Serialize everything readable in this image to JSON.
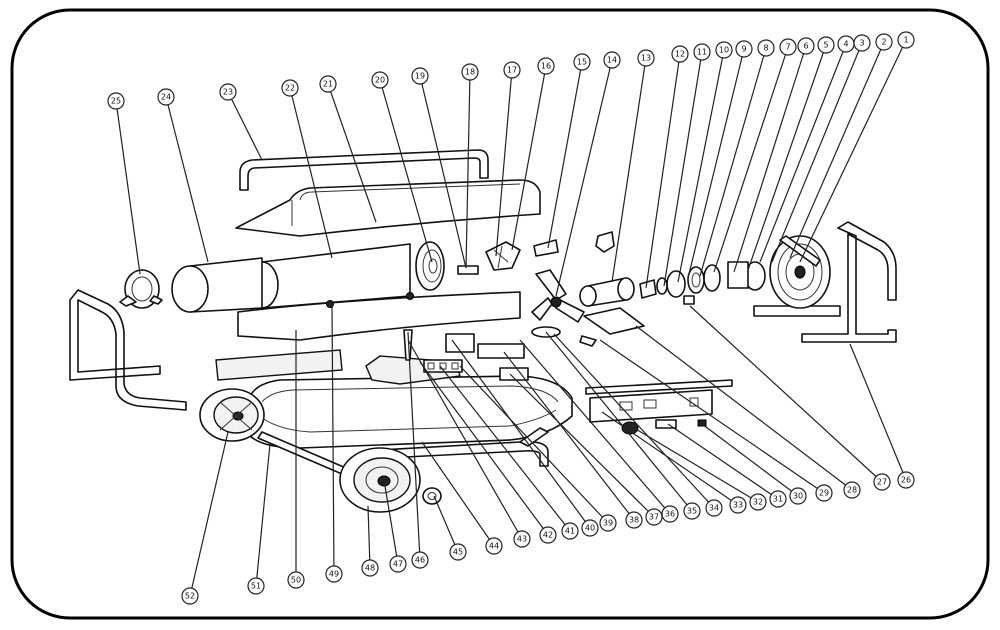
{
  "diagram": {
    "labels": [
      {
        "n": "1"
      },
      {
        "n": "2"
      },
      {
        "n": "3"
      },
      {
        "n": "4"
      },
      {
        "n": "5"
      },
      {
        "n": "6"
      },
      {
        "n": "7"
      },
      {
        "n": "8"
      },
      {
        "n": "9"
      },
      {
        "n": "10"
      },
      {
        "n": "11"
      },
      {
        "n": "12"
      },
      {
        "n": "13"
      },
      {
        "n": "14"
      },
      {
        "n": "15"
      },
      {
        "n": "16"
      },
      {
        "n": "17"
      },
      {
        "n": "18"
      },
      {
        "n": "19"
      },
      {
        "n": "20"
      },
      {
        "n": "21"
      },
      {
        "n": "22"
      },
      {
        "n": "23"
      },
      {
        "n": "24"
      },
      {
        "n": "25"
      },
      {
        "n": "26"
      },
      {
        "n": "27"
      },
      {
        "n": "28"
      },
      {
        "n": "29"
      },
      {
        "n": "30"
      },
      {
        "n": "31"
      },
      {
        "n": "32"
      },
      {
        "n": "33"
      },
      {
        "n": "34"
      },
      {
        "n": "35"
      },
      {
        "n": "36"
      },
      {
        "n": "37"
      },
      {
        "n": "38"
      },
      {
        "n": "39"
      },
      {
        "n": "40"
      },
      {
        "n": "41"
      },
      {
        "n": "42"
      },
      {
        "n": "43"
      },
      {
        "n": "44"
      },
      {
        "n": "45"
      },
      {
        "n": "46"
      },
      {
        "n": "47"
      },
      {
        "n": "48"
      },
      {
        "n": "49"
      },
      {
        "n": "50"
      },
      {
        "n": "51"
      },
      {
        "n": "52"
      }
    ]
  }
}
